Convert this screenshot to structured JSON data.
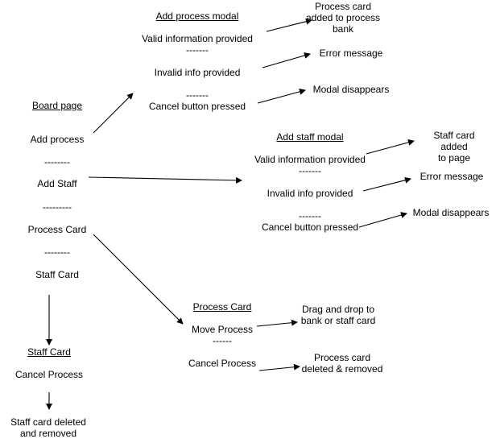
{
  "board": {
    "title": "Board page",
    "add_process": "Add process",
    "sep1": "--------",
    "add_staff": "Add Staff",
    "sep2": "---------",
    "process_card": "Process Card",
    "sep3": "--------",
    "staff_card": "Staff Card"
  },
  "staff_card_section": {
    "title": "Staff Card",
    "cancel_process": "Cancel Process",
    "result": "Staff card deleted\nand removed"
  },
  "add_process_modal": {
    "title": "Add process modal",
    "valid": "Valid information provided",
    "sep1": "-------",
    "invalid": "Invalid info provided",
    "sep2": "-------",
    "cancel": "Cancel button pressed",
    "result_valid": "Process card\nadded to process\nbank",
    "result_invalid": "Error message",
    "result_cancel": "Modal disappears"
  },
  "add_staff_modal": {
    "title": "Add staff modal",
    "valid": "Valid information provided",
    "sep1": "-------",
    "invalid": "Invalid info provided",
    "sep2": "-------",
    "cancel": "Cancel button pressed",
    "result_valid": "Staff card added\nto page",
    "result_invalid": "Error message",
    "result_cancel": "Modal disappears"
  },
  "process_card_section": {
    "title": "Process Card",
    "move": "Move Process",
    "sep": "------",
    "cancel": "Cancel Process",
    "result_move": "Drag and drop to\nbank or staff card",
    "result_cancel": "Process card\ndeleted & removed"
  }
}
